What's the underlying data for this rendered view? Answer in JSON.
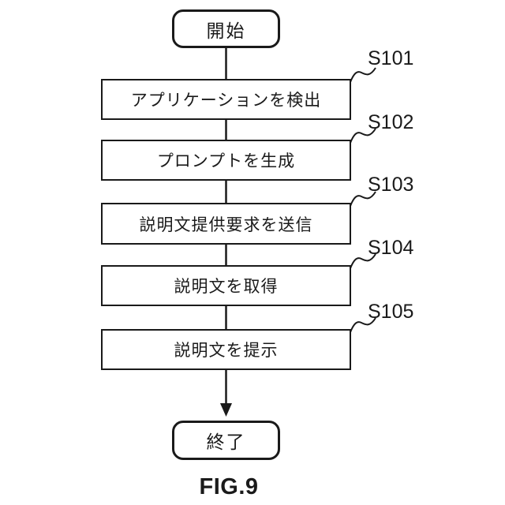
{
  "figure": {
    "caption": "FIG.9",
    "terminals": {
      "start": "開始",
      "end": "終了"
    },
    "steps": [
      {
        "id": "S101",
        "label": "アプリケーションを検出"
      },
      {
        "id": "S102",
        "label": "プロンプトを生成"
      },
      {
        "id": "S103",
        "label": "説明文提供要求を送信"
      },
      {
        "id": "S104",
        "label": "説明文を取得"
      },
      {
        "id": "S105",
        "label": "説明文を提示"
      }
    ],
    "colors": {
      "line": "#1a1a1a",
      "background": "#ffffff"
    }
  }
}
